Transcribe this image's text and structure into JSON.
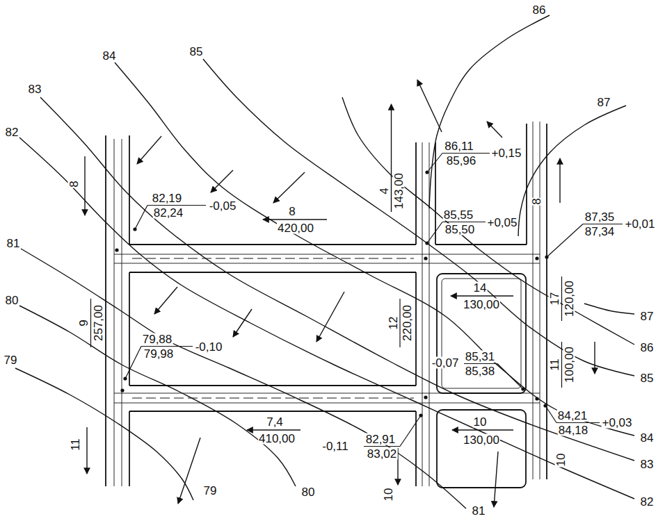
{
  "diagram": {
    "labels": [
      "86",
      "87",
      "84",
      "85",
      "83",
      "82",
      "81",
      "80",
      "79",
      "79",
      "80",
      "81",
      "87",
      "86",
      "85",
      "84",
      "83",
      "82",
      "8",
      "9",
      "257,00",
      "11",
      "4",
      "143,00",
      "12",
      "220,00",
      "17",
      "120,00",
      "11",
      "100,00",
      "10",
      "10",
      "8",
      "8",
      "420,00",
      "14",
      "130,00",
      "7,4",
      "410,00",
      "10",
      "130,00",
      "82,19",
      "82,24",
      "-0,05",
      "86,11",
      "85,96",
      "+0,15",
      "85,55",
      "85,50",
      "+0,05",
      "87,35",
      "87,34",
      "+0,01",
      "79,88",
      "79,98",
      "-0,10",
      "-0,07",
      "85,31",
      "85,38",
      "84,21",
      "84,18",
      "+0,03",
      "-0,11",
      "82,91",
      "83,02"
    ]
  }
}
